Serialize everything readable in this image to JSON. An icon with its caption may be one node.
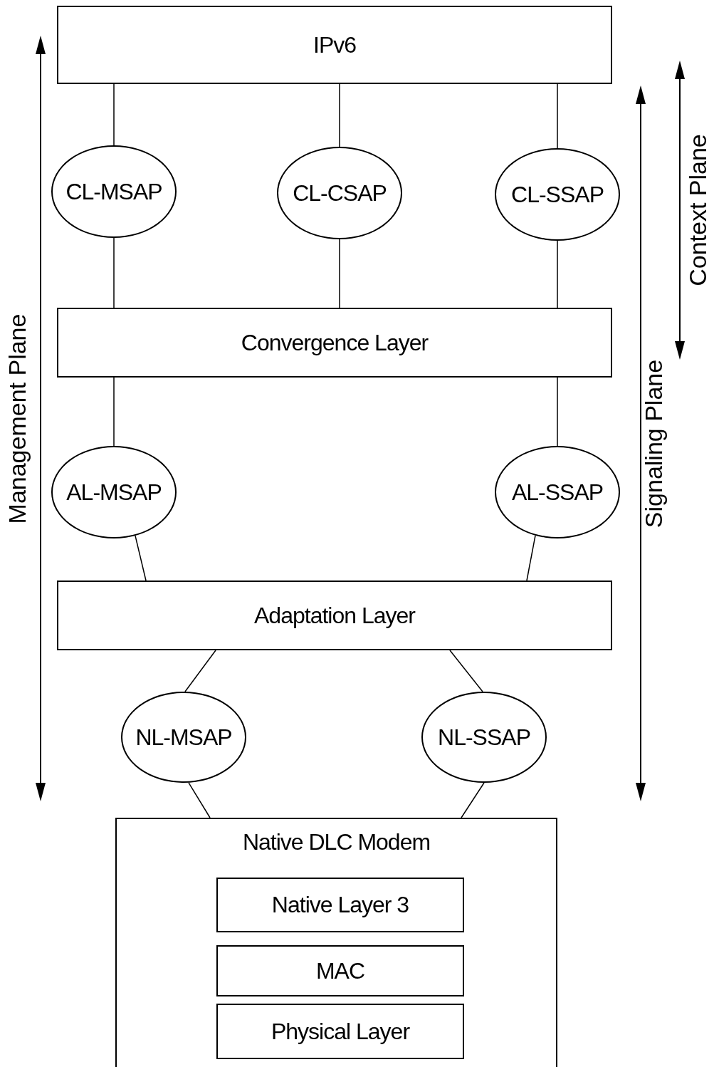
{
  "diagram": {
    "nodes": [
      {
        "text": [
          "IPv6"
        ]
      },
      {
        "text": [
          "CL-MSAP"
        ]
      },
      {
        "text": [
          "CL-CSAP"
        ]
      },
      {
        "text": [
          "CL-SSAP"
        ]
      },
      {
        "text": [
          "Convergence Layer"
        ]
      },
      {
        "text": [
          "AL-MSAP"
        ]
      },
      {
        "text": [
          "AL-SSAP"
        ]
      },
      {
        "text": [
          "Adaptation Layer"
        ]
      },
      {
        "text": [
          "NL-MSAP"
        ]
      },
      {
        "text": [
          "NL-SSAP"
        ]
      },
      {
        "text": [
          "Native DLC Modem"
        ]
      },
      {
        "text": [
          "Native Layer 3"
        ],
        "in": 10
      },
      {
        "text": [
          "MAC"
        ],
        "in": 10
      },
      {
        "text": [
          "Physical Layer"
        ],
        "in": 10
      }
    ],
    "edges": [
      {
        "from": 0,
        "to": 1,
        "arrow": "none"
      },
      {
        "from": 0,
        "to": 2,
        "arrow": "none"
      },
      {
        "from": 0,
        "to": 3,
        "arrow": "none"
      },
      {
        "from": 1,
        "to": 4,
        "arrow": "none"
      },
      {
        "from": 2,
        "to": 4,
        "arrow": "none"
      },
      {
        "from": 3,
        "to": 4,
        "arrow": "none"
      },
      {
        "from": 4,
        "to": 5,
        "arrow": "none"
      },
      {
        "from": 4,
        "to": 6,
        "arrow": "none"
      },
      {
        "from": 5,
        "to": 7,
        "arrow": "none"
      },
      {
        "from": 6,
        "to": 7,
        "arrow": "none"
      },
      {
        "from": 7,
        "to": 8,
        "arrow": "none"
      },
      {
        "from": 7,
        "to": 9,
        "arrow": "none"
      },
      {
        "from": 8,
        "to": 10,
        "arrow": "none"
      },
      {
        "from": 9,
        "to": 10,
        "arrow": "none"
      }
    ],
    "labels": [
      "Management Plane",
      "Signaling Plane",
      "Context Plane"
    ]
  }
}
